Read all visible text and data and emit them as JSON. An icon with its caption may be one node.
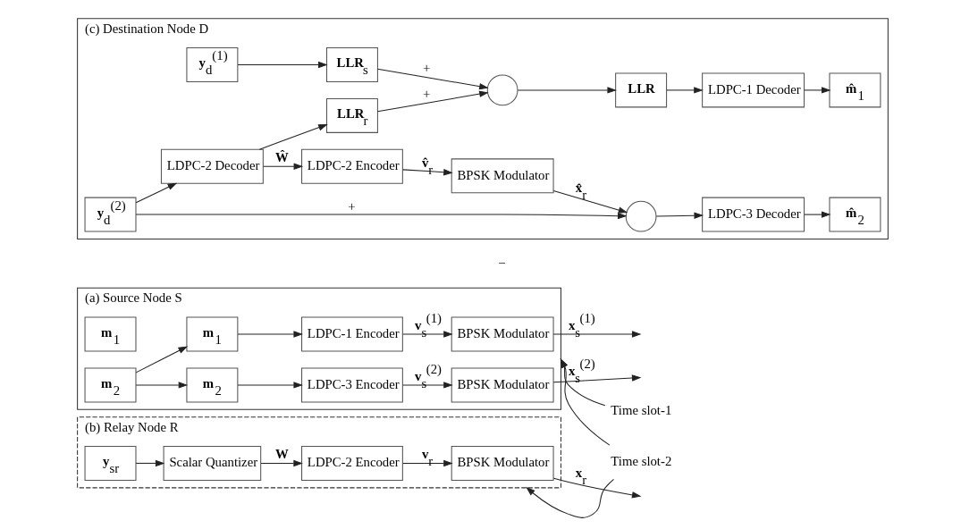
{
  "diagram": {
    "nodes": [
      {
        "text": [
          "(a) Source Node S"
        ]
      },
      {
        "text": [
          "**m**$_{1}$"
        ],
        "in": 0
      },
      {
        "text": [
          "**m**$_{2}$"
        ],
        "in": 0
      },
      {
        "text": [
          "**m**$_{1}$"
        ],
        "in": 0
      },
      {
        "text": [
          "LDPC-1 Encoder"
        ],
        "in": 0
      },
      {
        "text": [
          "BPSK Modulator"
        ],
        "in": 0
      },
      {
        "text": [
          "**m**$_{2}$"
        ],
        "in": 0
      },
      {
        "text": [
          "LDPC-3 Encoder"
        ],
        "in": 0
      },
      {
        "text": [
          "BPSK Modulator"
        ],
        "in": 0
      },
      {
        "text": [
          "(b) Relay Node R"
        ]
      },
      {
        "text": [
          "**y**$_{sr}$"
        ],
        "in": 9
      },
      {
        "text": [
          "Scalar Quantizer"
        ],
        "in": 9
      },
      {
        "text": [
          "LDPC-2 Encoder"
        ],
        "in": 9
      },
      {
        "text": [
          "BPSK Modulator"
        ],
        "in": 9
      },
      {
        "text": [
          "(c) Destination Node D"
        ]
      },
      {
        "text": [
          "**y**$_{d}$$^{(2)}$"
        ],
        "in": 14
      },
      {
        "text": [
          "LDPC-2 Decoder"
        ],
        "in": 14
      },
      {
        "text": [
          "LDPC-2 Encoder"
        ],
        "in": 14
      },
      {
        "text": [
          "BPSK Modulator"
        ],
        "in": 14
      },
      {
        "text": [],
        "shape": "circle",
        "in": 14
      },
      {
        "text": [
          "**y**$_{d}$$^{(1)}$"
        ],
        "in": 14
      },
      {
        "text": [
          "**LLR**$_{r}$"
        ],
        "in": 14
      },
      {
        "text": [
          "LDPC-3 Decoder"
        ],
        "in": 14
      },
      {
        "text": [
          "**LLR**$_{s}$"
        ],
        "in": 14
      },
      {
        "text": [],
        "shape": "circle",
        "in": 14
      },
      {
        "text": [
          "**LLR**"
        ],
        "in": 14
      },
      {
        "text": [
          "LDPC-1 Decoder"
        ],
        "in": 14
      },
      {
        "text": [
          "**m̂**$_{1}$"
        ],
        "in": 14
      },
      {
        "text": [
          "**m̂**$_{2}$"
        ],
        "in": 14
      },
      {
        "text": [
          "Time slot-1"
        ]
      },
      {
        "text": [
          "Time slot-2"
        ]
      }
    ],
    "edges": [
      {
        "from": 2,
        "to": 3,
        "arrow": "to"
      },
      {
        "from": 2,
        "to": 6,
        "arrow": "to"
      },
      {
        "from": 3,
        "to": 4,
        "arrow": "to"
      },
      {
        "from": 4,
        "to": 5,
        "arrow": "to",
        "label": "**v**$_{s}$$^{(1)}$"
      },
      {
        "from": 5,
        "to": null,
        "arrow": "to",
        "label": "**x**$_{s}$$^{(1)}$"
      },
      {
        "from": 6,
        "to": 7,
        "arrow": "to"
      },
      {
        "from": 7,
        "to": 8,
        "arrow": "to",
        "label": "**v**$_{s}$$^{(2)}$"
      },
      {
        "from": 8,
        "to": null,
        "arrow": "to",
        "label": "**x**$_{s}$$^{(2)}$"
      },
      {
        "from": 29,
        "to": 0,
        "arrow": "to"
      },
      {
        "from": 30,
        "to": 0,
        "arrow": "to"
      },
      {
        "from": 30,
        "to": 9,
        "arrow": "to"
      },
      {
        "from": 10,
        "to": 11,
        "arrow": "to"
      },
      {
        "from": 11,
        "to": 12,
        "arrow": "to",
        "label": "**W**"
      },
      {
        "from": 12,
        "to": 13,
        "arrow": "to",
        "label": "**v**$_{r}$"
      },
      {
        "from": 13,
        "to": null,
        "arrow": "to",
        "label": "**x**$_{r}$"
      },
      {
        "from": 15,
        "to": 16,
        "arrow": "to"
      },
      {
        "from": 16,
        "to": 17,
        "arrow": "to",
        "label": "**Ŵ**"
      },
      {
        "from": 17,
        "to": 18,
        "arrow": "to",
        "label": "**v̂**$_{r}$"
      },
      {
        "from": 18,
        "to": 19,
        "arrow": "to",
        "label": "**x̂**$_{r}$"
      },
      {
        "from": 15,
        "to": 19,
        "arrow": "to",
        "label": "+"
      },
      {
        "from": 16,
        "to": 21,
        "arrow": "to"
      },
      {
        "from": 19,
        "to": 22,
        "arrow": "to"
      },
      {
        "from": 22,
        "to": 28,
        "arrow": "to"
      },
      {
        "from": 20,
        "to": 23,
        "arrow": "to"
      },
      {
        "from": 23,
        "to": 24,
        "arrow": "to",
        "label": "+"
      },
      {
        "from": 21,
        "to": 24,
        "arrow": "to",
        "label": "+"
      },
      {
        "from": 24,
        "to": 25,
        "arrow": "to"
      },
      {
        "from": 25,
        "to": 26,
        "arrow": "to"
      },
      {
        "from": 26,
        "to": 27,
        "arrow": "to"
      }
    ],
    "labels": [
      "−"
    ]
  }
}
